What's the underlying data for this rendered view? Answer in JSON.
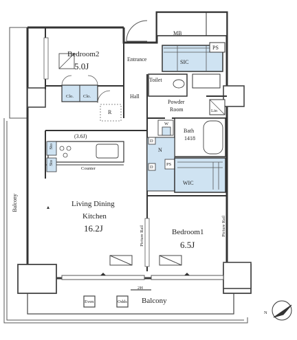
{
  "rooms": {
    "bedroom2": {
      "name": "Bedroom2",
      "size": "5.0J"
    },
    "entrance": "Entrance",
    "mb": "MB",
    "ps": "PS",
    "sic": "SIC",
    "toilet": "Toilet",
    "hall": "Hall",
    "powder": {
      "line1": "Powder",
      "line2": "Room"
    },
    "lin": "Lin",
    "bath": {
      "name": "Bath",
      "size": "1418"
    },
    "kitchen_size": "(3.6J)",
    "counter": "Counter",
    "sto_a": "Sto",
    "sto_b": "Sto",
    "clo_a": "Clo.",
    "clo_b": "Clo.",
    "r": "R",
    "n": "N",
    "w": "W",
    "d_a": "D",
    "d_b": "D",
    "ps2": "PS",
    "wic": "WIC",
    "ldk": {
      "line1": "Living Dining",
      "line2": "Kitchen",
      "size": "16.2J"
    },
    "bedroom1": {
      "name": "Bedroom1",
      "size": "6.5J"
    },
    "picture_rail_a": "Picture Rail",
    "picture_rail_b": "Picture Rail",
    "balcony_side": "Balcony",
    "balcony_bottom": "Balcony",
    "even": "Even",
    "odds": "Odds",
    "twoh": "2H",
    "north": "N"
  },
  "colors": {
    "accent_fill": "#cfe3f2",
    "wall": "#333333"
  }
}
